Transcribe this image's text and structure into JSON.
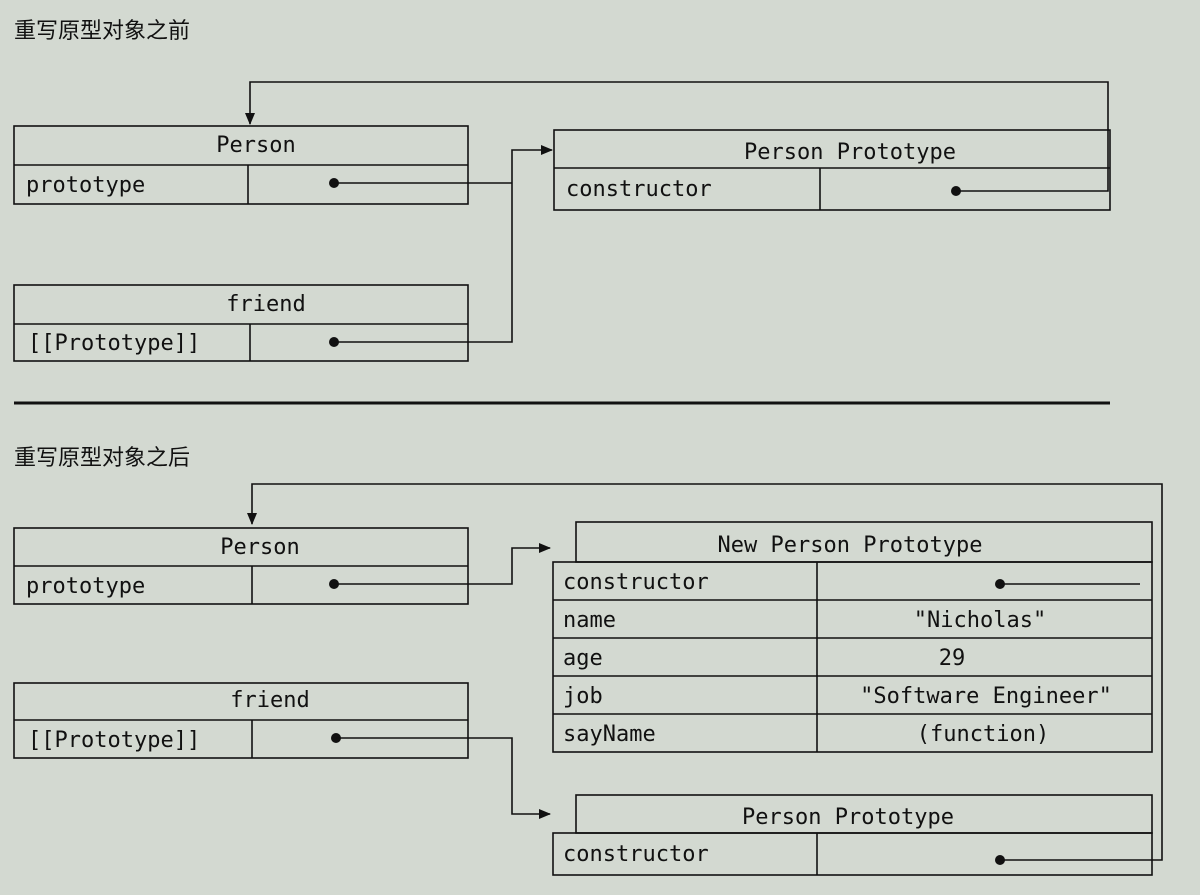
{
  "headings": {
    "before": "重写原型对象之前",
    "after": "重写原型对象之后"
  },
  "before": {
    "person": {
      "title": "Person",
      "prop": "prototype"
    },
    "friend": {
      "title": "friend",
      "prop": "[[Prototype]]"
    },
    "proto": {
      "title": "Person Prototype",
      "prop": "constructor"
    }
  },
  "after": {
    "person": {
      "title": "Person",
      "prop": "prototype"
    },
    "friend": {
      "title": "friend",
      "prop": "[[Prototype]]"
    },
    "new_proto": {
      "title": "New Person Prototype",
      "rows": [
        {
          "key": "constructor",
          "value": ""
        },
        {
          "key": "name",
          "value": "\"Nicholas\""
        },
        {
          "key": "age",
          "value": "29"
        },
        {
          "key": "job",
          "value": "\"Software Engineer\""
        },
        {
          "key": "sayName",
          "value": "(function)"
        }
      ]
    },
    "old_proto": {
      "title": "Person Prototype",
      "prop": "constructor"
    }
  }
}
